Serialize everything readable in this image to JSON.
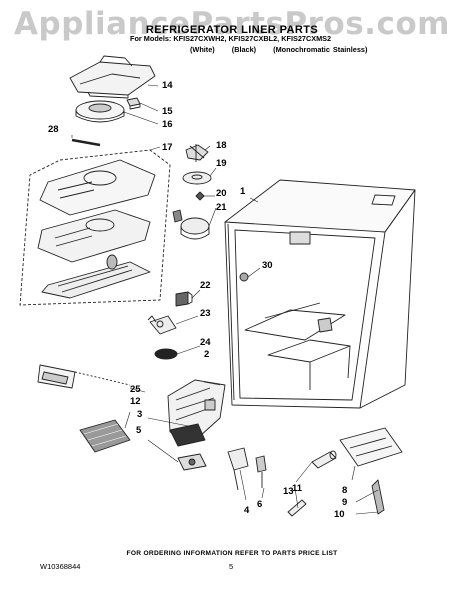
{
  "watermark": "AppliancePartsPros.com",
  "title": "REFRIGERATOR LINER PARTS",
  "models_line": "For Models: KFIS27CXWH2, KFIS27CXBL2, KFIS27CXMS2",
  "variants": [
    "(White)",
    "(Black)",
    "(Monochromatic Stainless)"
  ],
  "callouts": {
    "c1": "1",
    "c2": "2",
    "c3": "3",
    "c4": "4",
    "c5": "5",
    "c6": "6",
    "c8": "8",
    "c9": "9",
    "c10": "10",
    "c11": "11",
    "c12": "12",
    "c13": "13",
    "c14": "14",
    "c15": "15",
    "c16": "16",
    "c17": "17",
    "c18": "18",
    "c19": "19",
    "c20": "20",
    "c21": "21",
    "c22": "22",
    "c23": "23",
    "c24": "24",
    "c25": "25",
    "c28": "28",
    "c30": "30"
  },
  "footer": "FOR ORDERING INFORMATION REFER TO PARTS PRICE LIST",
  "doc_code": "W10368844",
  "page_number": "5"
}
